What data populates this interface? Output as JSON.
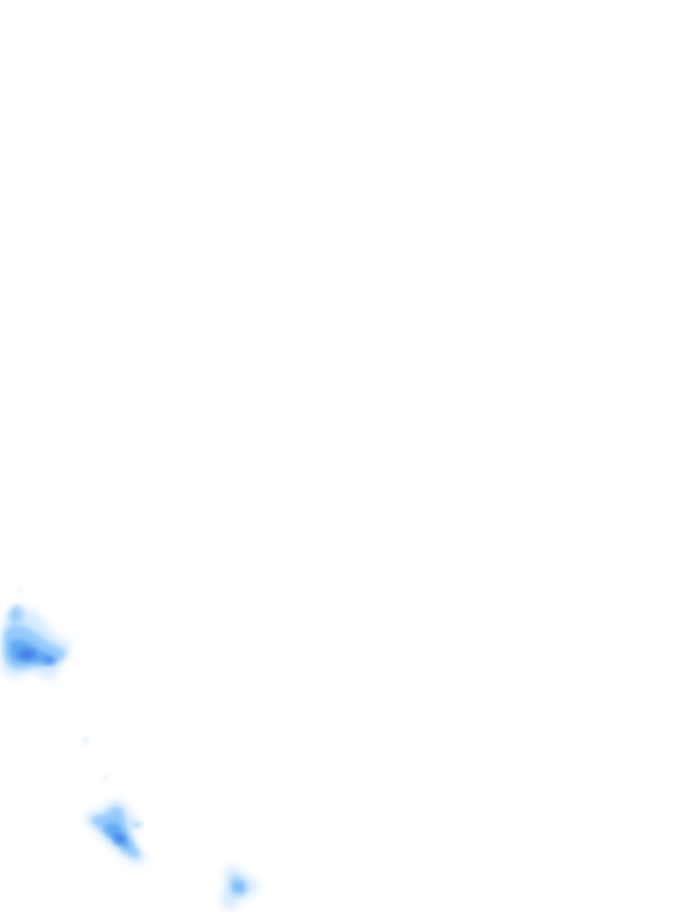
{
  "map": {
    "layer": "precipitation-radar",
    "background_color": "#ffffff",
    "colors": {
      "light": "#cfe8ff",
      "medium": "#8ec7fb",
      "strong": "#5aa6f2",
      "heavy": "#3f6fe8"
    },
    "echoes": [
      {
        "id": "echo-cluster-west",
        "intensity": "heavy"
      },
      {
        "id": "echo-cluster-south",
        "intensity": "heavy"
      },
      {
        "id": "echo-cluster-southeast",
        "intensity": "medium"
      },
      {
        "id": "echo-speck-1",
        "intensity": "light"
      },
      {
        "id": "echo-speck-2",
        "intensity": "light"
      }
    ]
  }
}
